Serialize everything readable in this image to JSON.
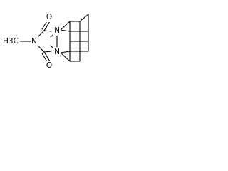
{
  "molecule": {
    "atoms": {
      "methyl": "H3C",
      "imide_nitrogen": "N",
      "upper_carbonyl_oxygen": "O",
      "lower_carbonyl_oxygen": "O",
      "upper_ring_nitrogen": "N",
      "lower_ring_nitrogen": "N"
    }
  }
}
